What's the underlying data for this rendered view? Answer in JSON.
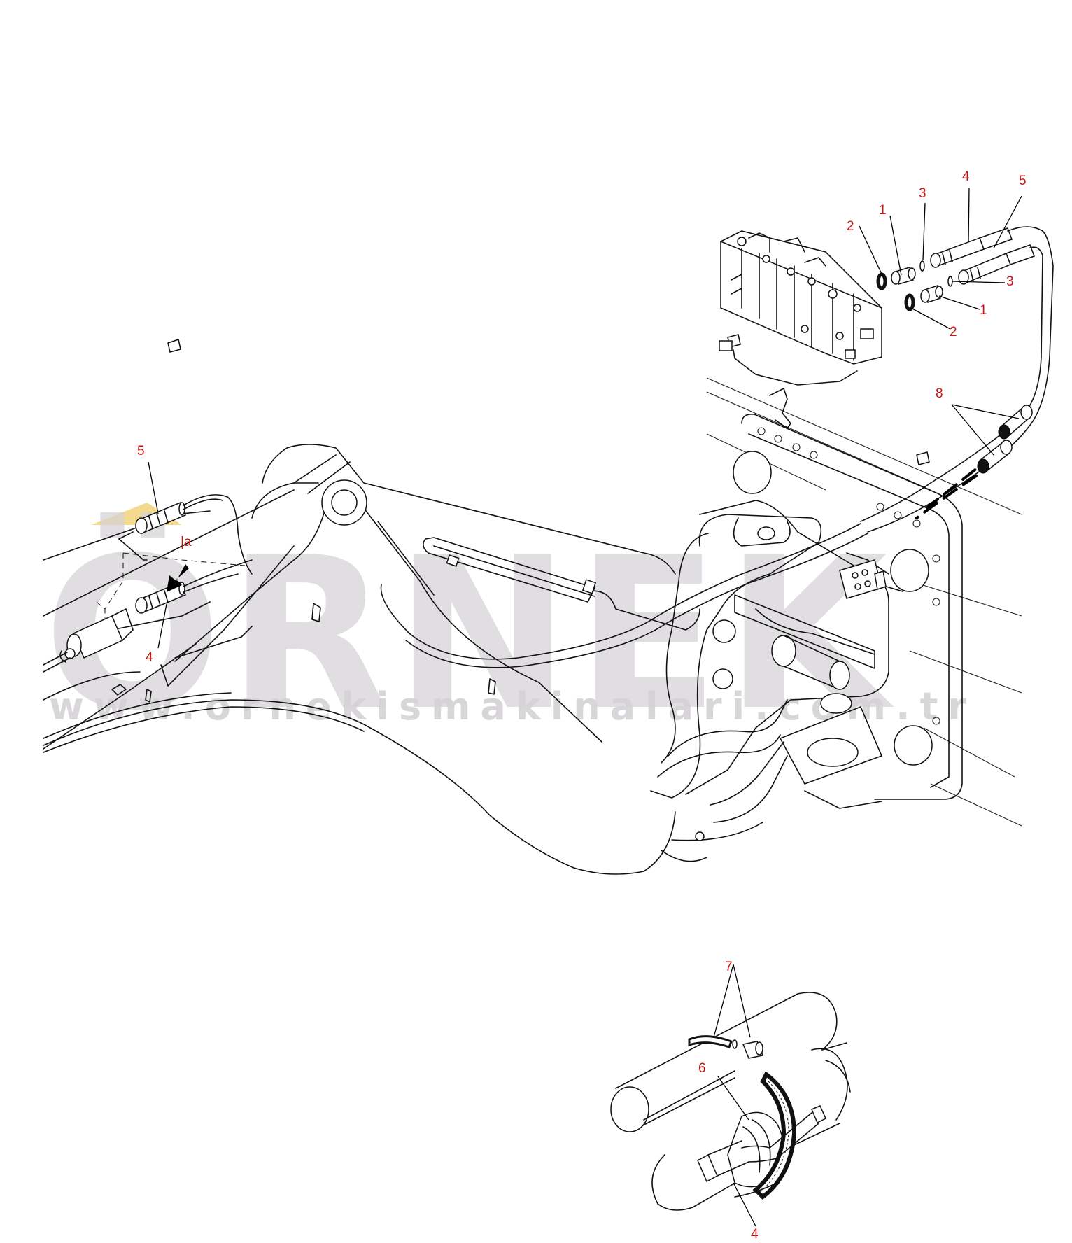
{
  "colors": {
    "callout": "#cc1414",
    "line": "#111111",
    "watermark": "#d5d2d6",
    "watermark_accent": "#f2d37a",
    "background": "#ffffff"
  },
  "watermark": {
    "brand": "ÖRNEK",
    "url": "www.ornekismakinalari.com.tr"
  },
  "callouts": {
    "c1": "1",
    "c1b": "1",
    "c2": "2",
    "c2b": "2",
    "c3": "3",
    "c3b": "3",
    "c4": "4",
    "c4b": "4",
    "c4c": "4",
    "c5": "5",
    "c5b": "5",
    "c6": "6",
    "c7": "7",
    "c8": "8",
    "view_a": "|a"
  },
  "icons": {
    "direction_arrow": "arrow-down-left-icon"
  }
}
